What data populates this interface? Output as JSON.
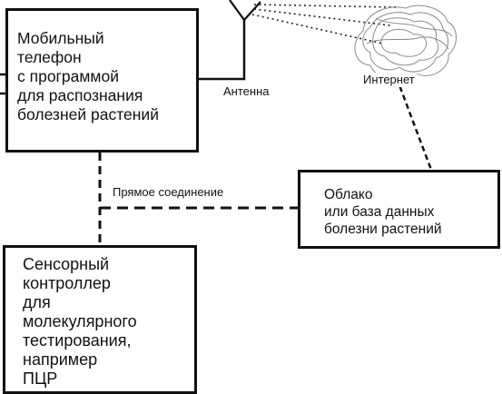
{
  "diagram": {
    "nodes": {
      "phone": {
        "label": "Мобильный\nтелефон\nс программой\nдля распознания\nболезней растений"
      },
      "cloud": {
        "label": "Облако\nили база данных\nболезни растений"
      },
      "sensor": {
        "label": "Сенсорный\nконтроллер\nдля\nмолекулярного\nтестирования,\nнапример\nПЦР"
      }
    },
    "labels": {
      "antenna": "Антенна",
      "internet": "Интернет",
      "direct": "Прямое соединение"
    },
    "edges": [
      {
        "from": "phone",
        "to": "antenna",
        "style": "solid"
      },
      {
        "from": "antenna",
        "to": "internet",
        "style": "dotted"
      },
      {
        "from": "internet",
        "to": "cloud",
        "style": "dashed"
      },
      {
        "from": "phone",
        "to": "sensor",
        "style": "dashed"
      },
      {
        "from": "sensor",
        "to": "cloud",
        "style": "dashed",
        "label": "direct"
      }
    ]
  }
}
